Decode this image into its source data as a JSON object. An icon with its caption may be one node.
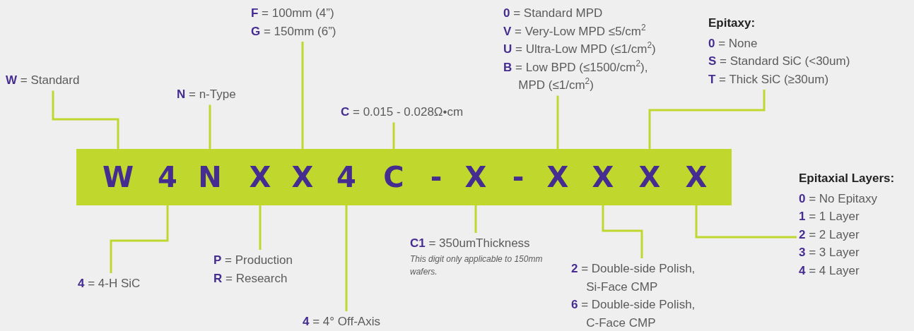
{
  "diagram": {
    "nodes": [
      {
        "text": [
          "**F** = 100mm (4”)",
          "**G** = 150mm (6”)"
        ]
      },
      {
        "text": [
          "**0** = Standard MPD",
          "**V** = Very-Low MPD ≤5/cm$^{2}$",
          "**U** = Ultra-Low MPD (≤1/cm$^{2}$)",
          "**B** = Low BPD (≤1500/cm$^{2}$), MPD (≤1/cm$^{2}$)"
        ]
      },
      {
        "text": [
          "Epitaxy:",
          "**0** = None",
          "**S** = Standard SiC (<30um)",
          "**T** = Thick SiC (≥30um)"
        ]
      },
      {
        "text": [
          "**W** = Standard"
        ]
      },
      {
        "text": [
          "**N** = n-Type"
        ]
      },
      {
        "text": [
          "**C** = 0.015 - 0.028Ω•cm"
        ]
      },
      {
        "text": [],
        "shape": "bar"
      },
      {
        "text": [
          "W"
        ],
        "in": 6
      },
      {
        "text": [
          "4"
        ],
        "in": 6
      },
      {
        "text": [
          "N"
        ],
        "in": 6
      },
      {
        "text": [
          "X"
        ],
        "in": 6
      },
      {
        "text": [
          "X"
        ],
        "in": 6
      },
      {
        "text": [
          "4"
        ],
        "in": 6
      },
      {
        "text": [
          "C"
        ],
        "in": 6
      },
      {
        "text": [
          "-"
        ],
        "in": 6
      },
      {
        "text": [
          "X"
        ],
        "in": 6
      },
      {
        "text": [
          "-"
        ],
        "in": 6
      },
      {
        "text": [
          "X"
        ],
        "in": 6
      },
      {
        "text": [
          "X"
        ],
        "in": 6
      },
      {
        "text": [
          "X"
        ],
        "in": 6
      },
      {
        "text": [
          "X"
        ],
        "in": 6
      },
      {
        "text": [
          "Epitaxial Layers:",
          "**0** = No Epitaxy",
          "**1** = 1 Layer",
          "**2** = 2 Layer",
          "**3** = 3 Layer",
          "**4** = 4 Layer"
        ]
      },
      {
        "text": [
          "**C1** = 350umThickness",
          "This digit only applicable to 150mm wafers."
        ]
      },
      {
        "text": [
          "**4** = 4-H SiC"
        ]
      },
      {
        "text": [
          "**P** = Production",
          "**R** = Research"
        ]
      },
      {
        "text": [
          "**2** = Double-side Polish, Si-Face CMP",
          "**6** = Double-side Polish, C-Face CMP"
        ]
      },
      {
        "text": [
          "**4** = 4° Off-Axis"
        ]
      }
    ],
    "edges": [
      {
        "from": 7,
        "to": 3,
        "arrow": "none"
      },
      {
        "from": 9,
        "to": 4,
        "arrow": "none"
      },
      {
        "from": 11,
        "to": 0,
        "arrow": "none"
      },
      {
        "from": 13,
        "to": 5,
        "arrow": "none"
      },
      {
        "from": 17,
        "to": 1,
        "arrow": "none"
      },
      {
        "from": 19,
        "to": 2,
        "arrow": "none"
      },
      {
        "from": 8,
        "to": 23,
        "arrow": "none"
      },
      {
        "from": 10,
        "to": 24,
        "arrow": "none"
      },
      {
        "from": 12,
        "to": 26,
        "arrow": "none"
      },
      {
        "from": 15,
        "to": 22,
        "arrow": "none"
      },
      {
        "from": 18,
        "to": 25,
        "arrow": "none"
      },
      {
        "from": 20,
        "to": 21,
        "arrow": "none"
      }
    ]
  }
}
